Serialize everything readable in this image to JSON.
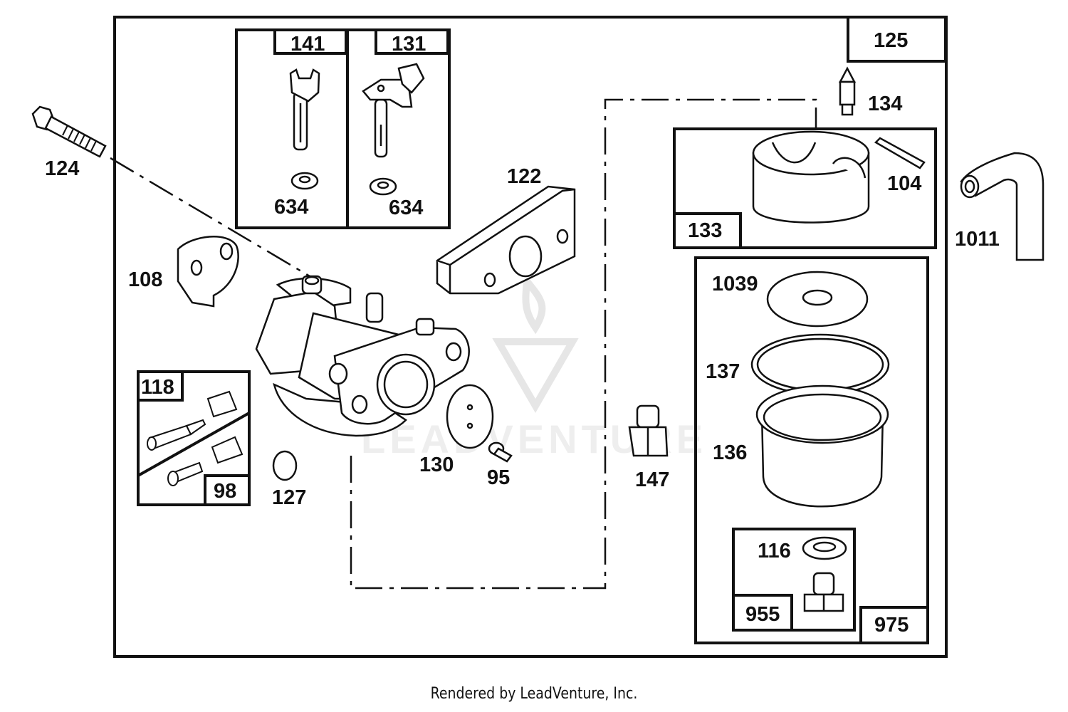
{
  "parts": {
    "p124": "124",
    "p108": "108",
    "p141": "141",
    "p131": "131",
    "p634a": "634",
    "p634b": "634",
    "p122": "122",
    "p125": "125",
    "p134": "134",
    "p104": "104",
    "p133": "133",
    "p1011": "1011",
    "p1039": "1039",
    "p137": "137",
    "p136": "136",
    "p118": "118",
    "p98": "98",
    "p127": "127",
    "p130": "130",
    "p95": "95",
    "p147": "147",
    "p116": "116",
    "p955": "955",
    "p975": "975"
  },
  "watermark": "LEADVENTURE",
  "footer": "Rendered by LeadVenture, Inc.",
  "colors": {
    "line": "#111111",
    "watermark": "#e4e4e4",
    "background": "#ffffff"
  }
}
